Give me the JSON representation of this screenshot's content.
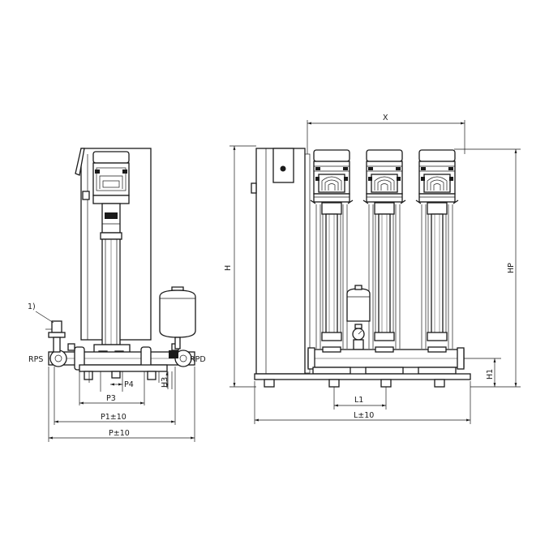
{
  "labels": {
    "note": "1)",
    "rps": "RPS",
    "rpd": "RPD",
    "h3": "H3",
    "p4": "P4",
    "p3": "P3",
    "p1": "P1±10",
    "p": "P±10",
    "x": "X",
    "h": "H",
    "hp": "HP",
    "h1": "H1",
    "l1": "L1",
    "l": "L±10"
  }
}
